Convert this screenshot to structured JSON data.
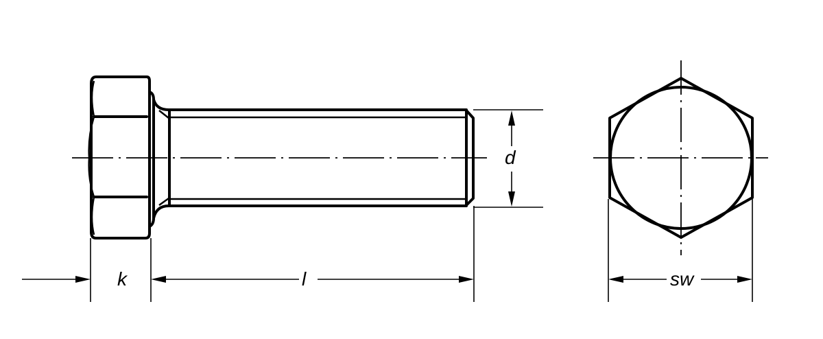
{
  "drawing": {
    "subject": "hex head bolt",
    "stroke_color": "#000000",
    "background": "#ffffff",
    "views": [
      "side-view",
      "end-view"
    ]
  },
  "dimensions": {
    "k": "k",
    "l": "l",
    "d": "d",
    "sw": "sw"
  }
}
